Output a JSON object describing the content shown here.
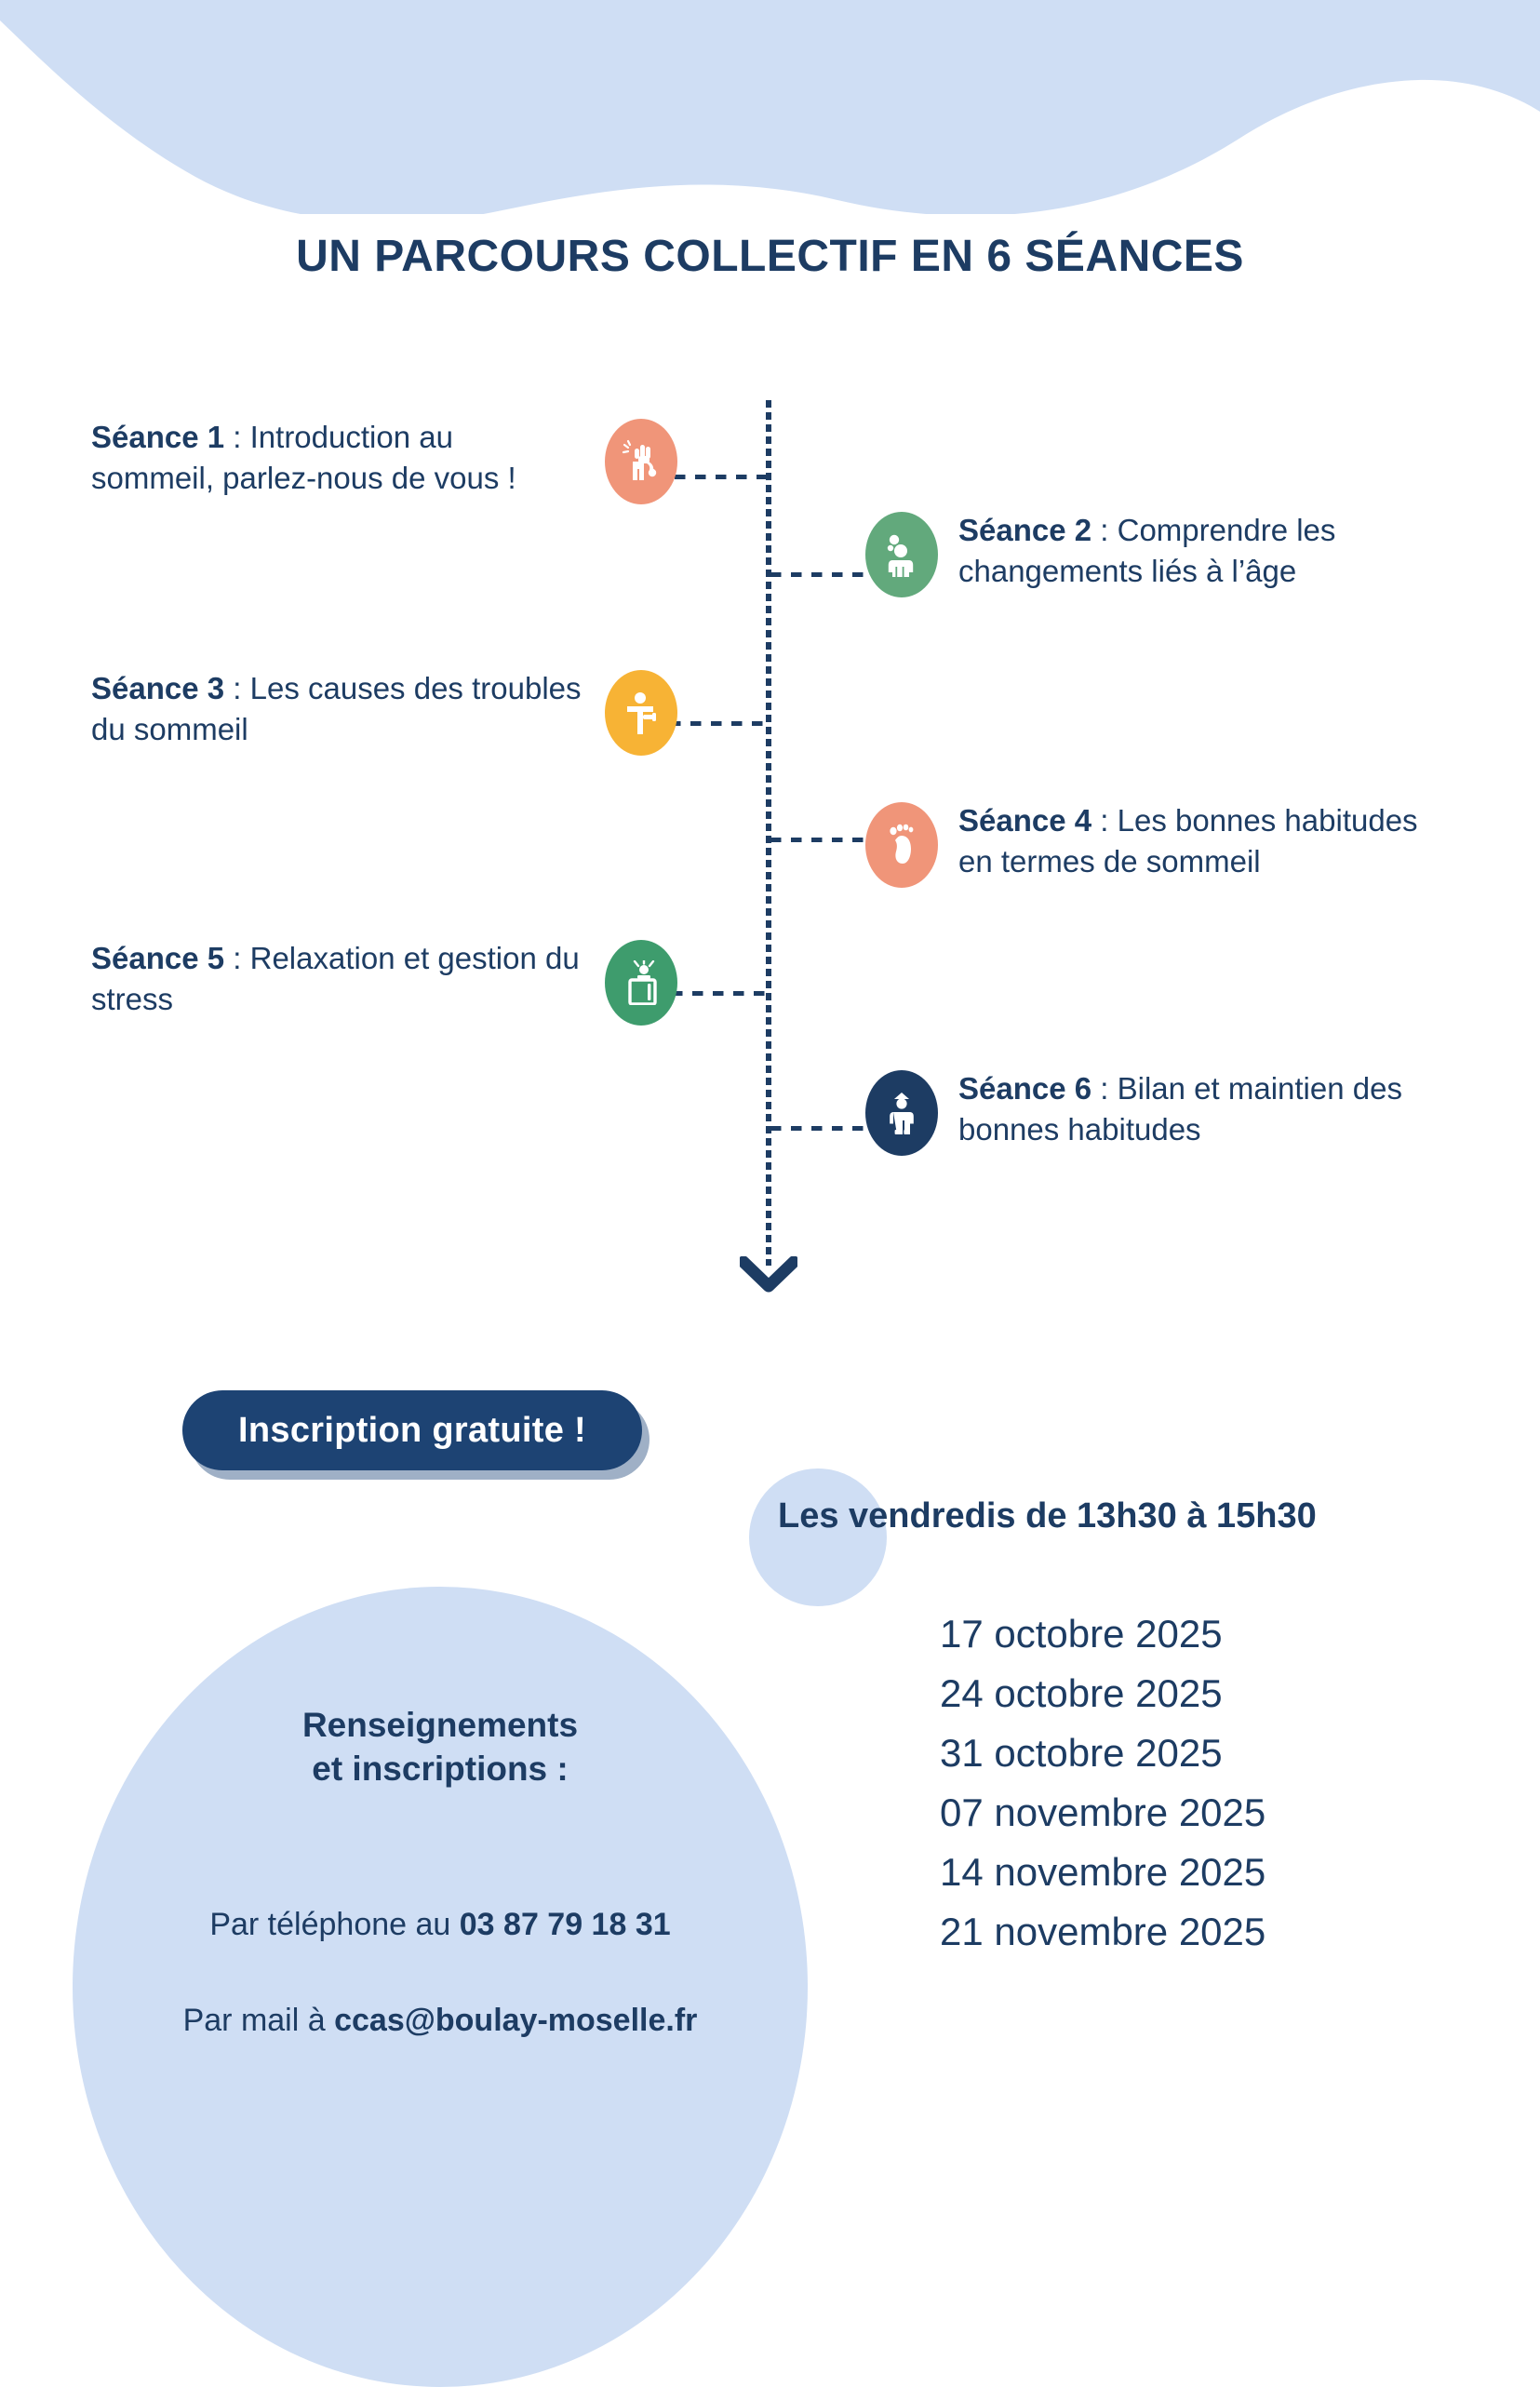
{
  "title": "UN PARCOURS COLLECTIF EN 6 SÉANCES",
  "colors": {
    "navy": "#1d3c63",
    "button_navy": "#1d4373",
    "light_blue": "#cfdef4",
    "coral": "#f09579",
    "green_light": "#62a97c",
    "yellow": "#f7b335",
    "green_dark": "#3e9c6d",
    "white": "#ffffff"
  },
  "sessions": [
    {
      "label": "Séance 1",
      "separator": " : ",
      "text": "Introduction au sommeil, parlez-nous de vous !",
      "side": "left",
      "icon": "person-waving-icon",
      "icon_color": "#f09579"
    },
    {
      "label": "Séance 2",
      "separator": " : ",
      "text": "Comprendre les changements liés à l’âge",
      "side": "right",
      "icon": "person-thinking-icon",
      "icon_color": "#62a97c"
    },
    {
      "label": "Séance 3",
      "separator": " : ",
      "text": "Les causes des troubles du sommeil",
      "side": "left",
      "icon": "person-key-icon",
      "icon_color": "#f7b335"
    },
    {
      "label": "Séance 4",
      "separator": " : ",
      "text": "Les bonnes habitudes en termes de sommeil",
      "side": "right",
      "icon": "footprint-icon",
      "icon_color": "#f09579"
    },
    {
      "label": "Séance 5",
      "separator": " : ",
      "text": "Relaxation et gestion du stress",
      "side": "left",
      "icon": "candle-diffuser-icon",
      "icon_color": "#3e9c6d"
    },
    {
      "label": "Séance 6",
      "separator": " : ",
      "text": "Bilan et maintien des bonnes habitudes",
      "side": "right",
      "icon": "person-standing-icon",
      "icon_color": "#1d3c63"
    }
  ],
  "cta": {
    "label": "Inscription gratuite !"
  },
  "schedule": {
    "heading": "Les vendredis de 13h30 à 15h30",
    "dates": [
      "17 octobre 2025",
      "24 octobre 2025",
      "31 octobre 2025",
      "07 novembre 2025",
      "14 novembre 2025",
      "21 novembre 2025"
    ]
  },
  "contact": {
    "title_line1": "Renseignements",
    "title_line2": "et inscriptions :",
    "phone_prefix": "Par téléphone au ",
    "phone": "03 87 79 18 31",
    "mail_prefix": "Par mail à ",
    "mail": "ccas@boulay-moselle.fr"
  }
}
